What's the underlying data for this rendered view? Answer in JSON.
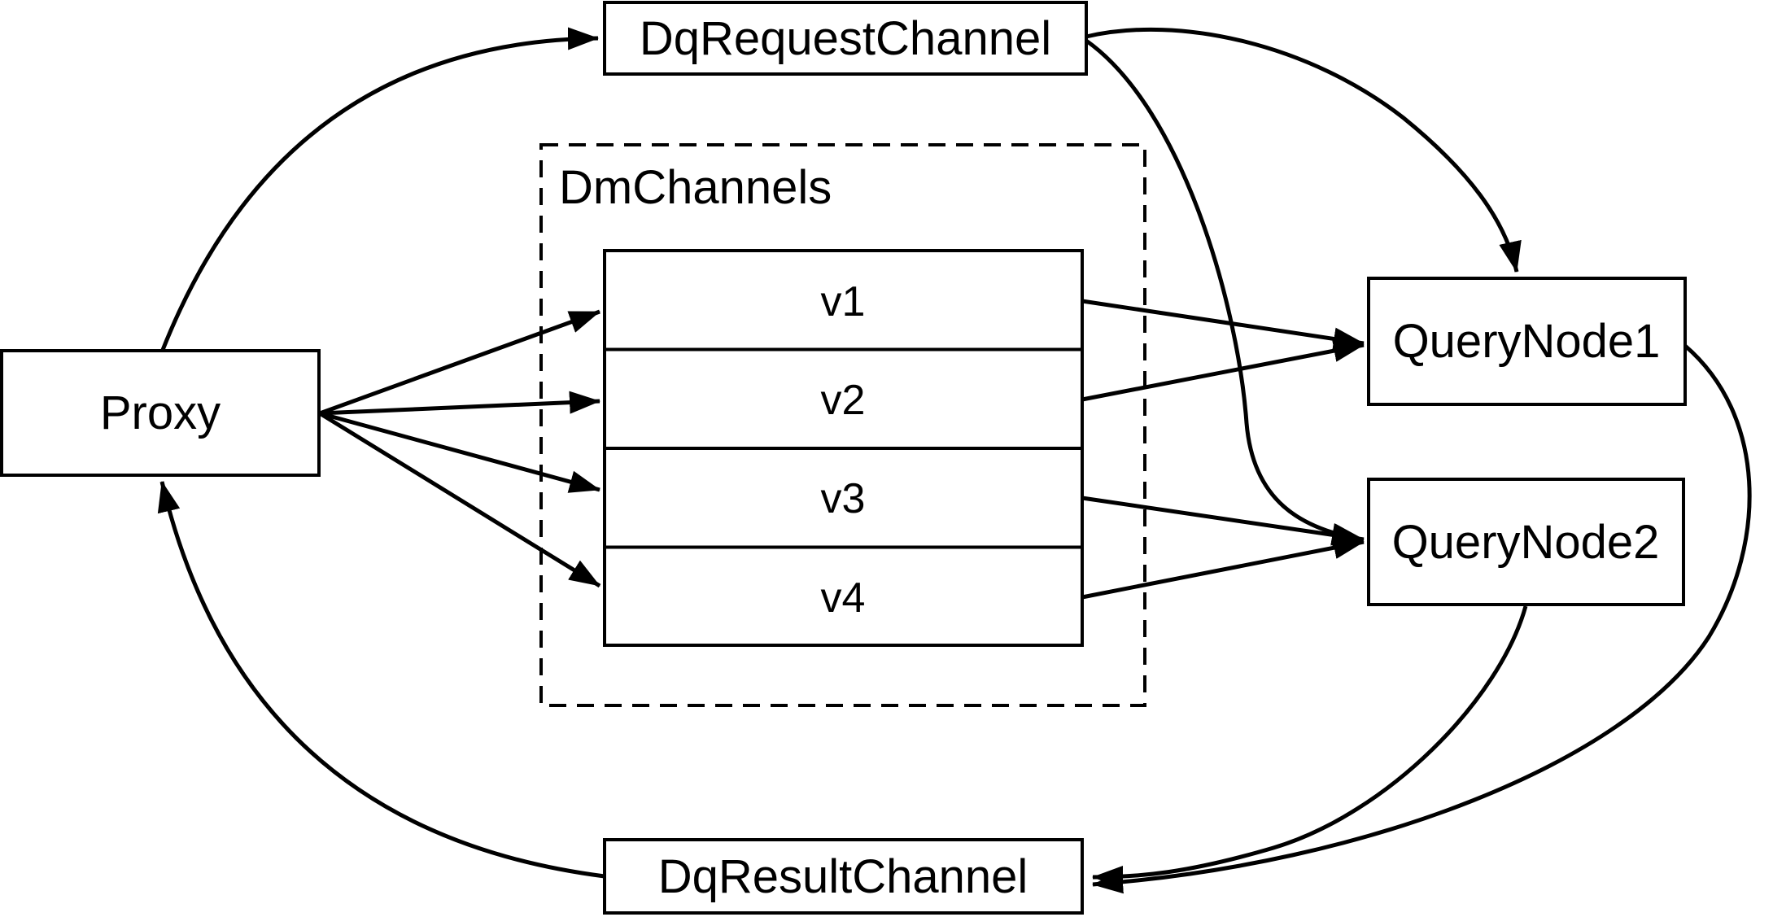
{
  "diagram": {
    "title": "query flow diagram",
    "background_color": "#ffffff",
    "line_color": "#000000",
    "nodes": {
      "proxy": {
        "label": "Proxy"
      },
      "dq_request_channel": {
        "label": "DqRequestChannel"
      },
      "dq_result_channel": {
        "label": "DqResultChannel"
      },
      "query_node_1": {
        "label": "QueryNode1"
      },
      "query_node_2": {
        "label": "QueryNode2"
      },
      "dm_channels": {
        "label": "DmChannels",
        "channels": [
          {
            "label": "v1"
          },
          {
            "label": "v2"
          },
          {
            "label": "v3"
          },
          {
            "label": "v4"
          }
        ]
      }
    },
    "edges": [
      {
        "from": "Proxy",
        "to": "DqRequestChannel"
      },
      {
        "from": "DqRequestChannel",
        "to": "QueryNode1"
      },
      {
        "from": "DqRequestChannel",
        "to": "QueryNode2"
      },
      {
        "from": "Proxy",
        "to": "v1"
      },
      {
        "from": "Proxy",
        "to": "v2"
      },
      {
        "from": "Proxy",
        "to": "v3"
      },
      {
        "from": "Proxy",
        "to": "v4"
      },
      {
        "from": "v1",
        "to": "QueryNode1"
      },
      {
        "from": "v2",
        "to": "QueryNode1"
      },
      {
        "from": "v3",
        "to": "QueryNode2"
      },
      {
        "from": "v4",
        "to": "QueryNode2"
      },
      {
        "from": "QueryNode1",
        "to": "DqResultChannel"
      },
      {
        "from": "QueryNode2",
        "to": "DqResultChannel"
      },
      {
        "from": "DqResultChannel",
        "to": "Proxy"
      }
    ]
  }
}
